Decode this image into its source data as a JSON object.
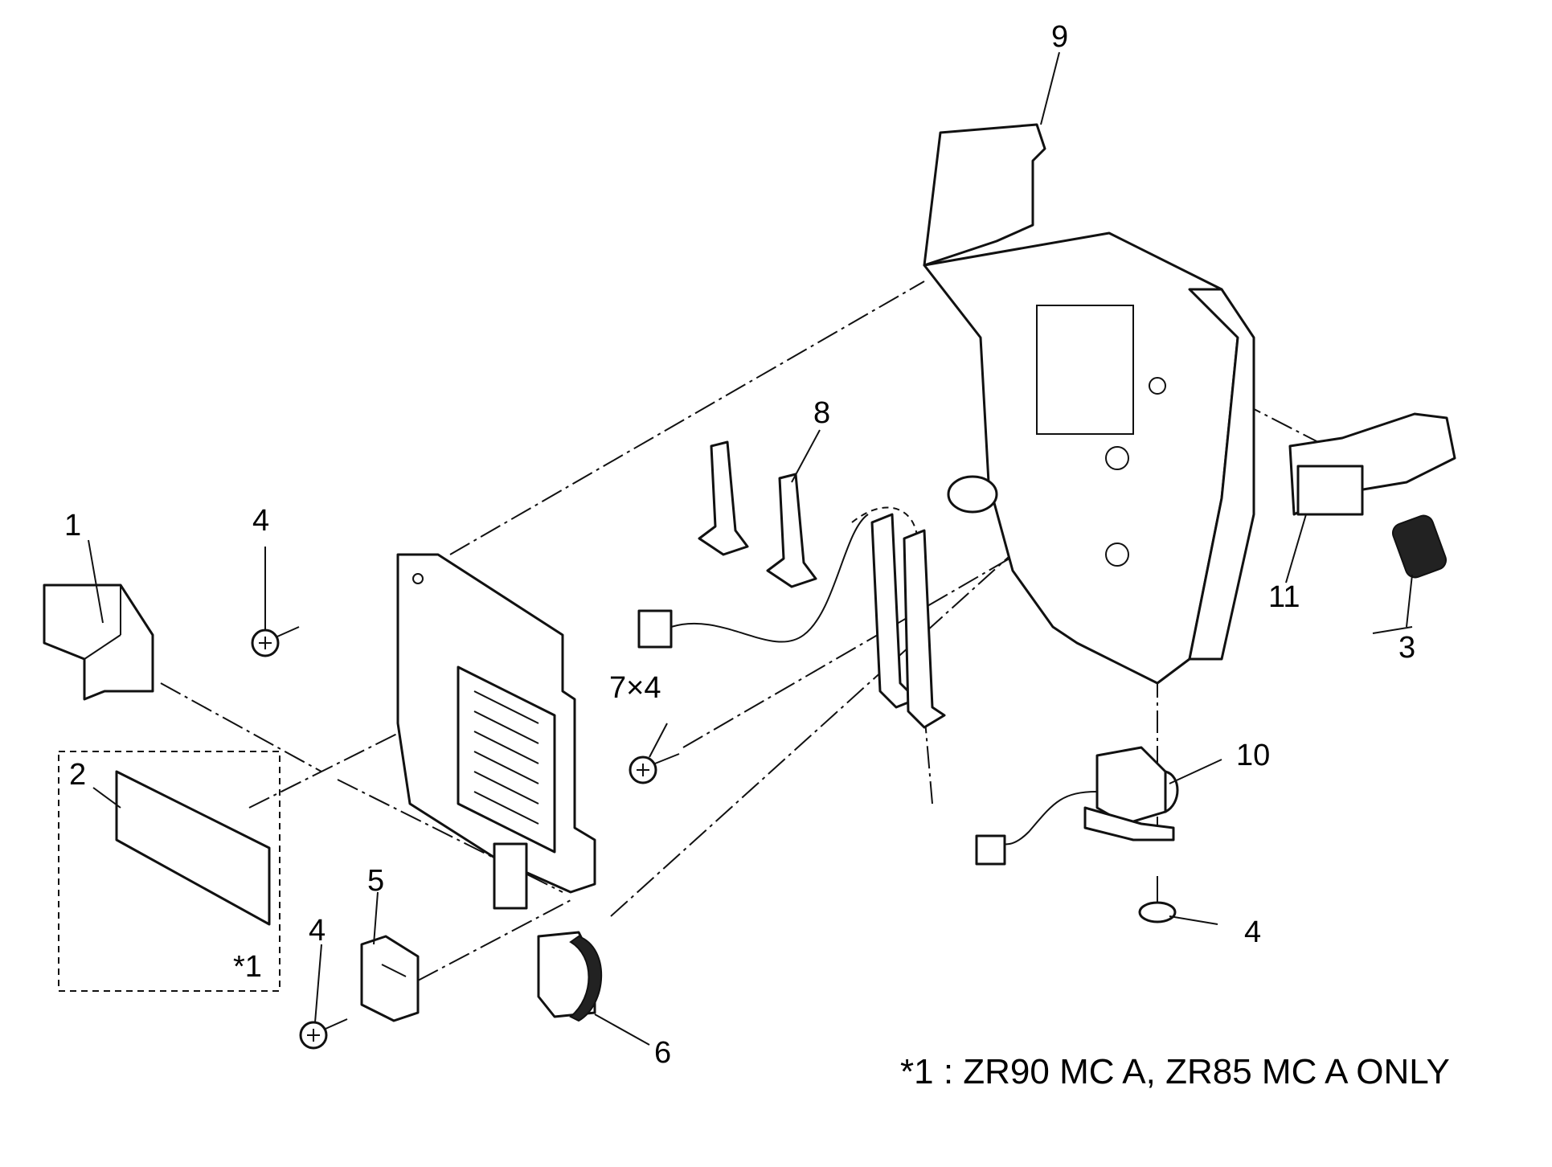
{
  "callouts": {
    "c1": "1",
    "c2": "2",
    "c3": "3",
    "c4a": "4",
    "c4b": "4",
    "c4c": "4",
    "c5": "5",
    "c6": "6",
    "c7": "7×4",
    "c8": "8",
    "c9": "9",
    "c10": "10",
    "c11": "11",
    "star1": "*1"
  },
  "footnote": "*1 : ZR90 MC A, ZR85 MC A ONLY"
}
